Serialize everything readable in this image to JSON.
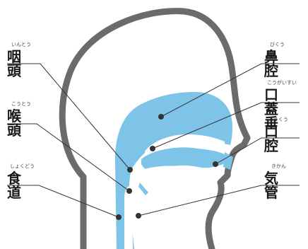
{
  "labels": {
    "intou": {
      "text": "咽頭",
      "ruby": "いんとう"
    },
    "koutou": {
      "text": "喉頭",
      "ruby": "こうとう"
    },
    "shokudou": {
      "text": "食道",
      "ruby": "しょくどう"
    },
    "bikuu": {
      "text": "鼻腔",
      "ruby": "びくう"
    },
    "kougaisui": {
      "text": "口蓋垂",
      "ruby": "こうがいすい"
    },
    "koukuu": {
      "text": "口腔",
      "ruby": "こうくう"
    },
    "kikan": {
      "text": "気管",
      "ruby": "きかん"
    }
  },
  "colors": {
    "outline": "#6b6b6b",
    "airway": "#7ec4e8",
    "leader": "#333333",
    "text": "#1a1a1a"
  }
}
